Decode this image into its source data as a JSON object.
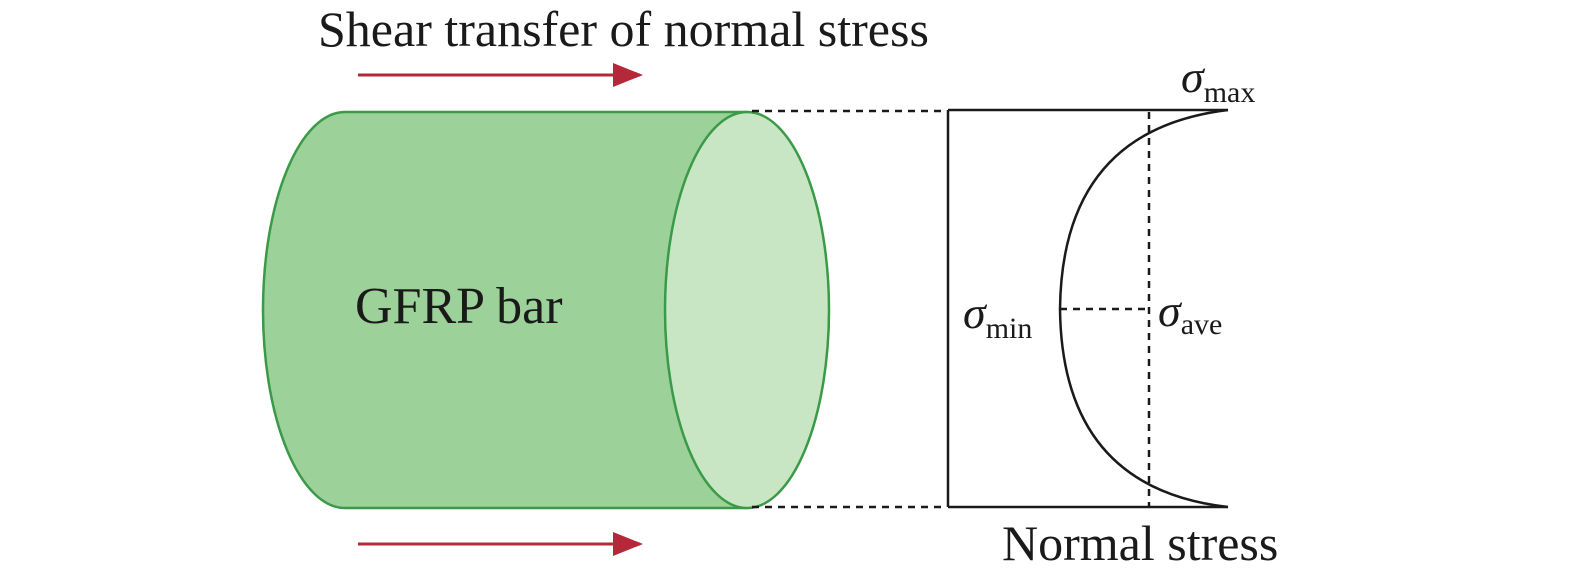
{
  "labels": {
    "top_caption": "Shear transfer of normal stress",
    "bar_label": "GFRP bar",
    "bottom_caption": "Normal stress"
  },
  "stress_symbols": {
    "sigma": "σ",
    "max_sub": "max",
    "min_sub": "min",
    "ave_sub": "ave"
  },
  "colors": {
    "bar_body": "#9dd19a",
    "bar_face": "#c9e6c4",
    "bar_stroke": "#3a9a48",
    "arrow": "#b5283a",
    "line": "#1a1a1a"
  }
}
